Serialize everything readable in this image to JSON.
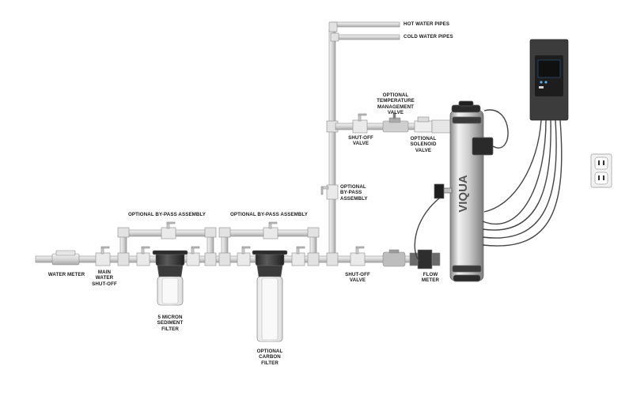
{
  "labels": {
    "hot_water_pipes": "HOT WATER PIPES",
    "cold_water_pipes": "COLD WATER PIPES",
    "temp_valve": [
      "OPTIONAL",
      "TEMPERATURE",
      "MANAGEMENT",
      "VALVE"
    ],
    "shutoff_upper": [
      "SHUT-OFF",
      "VALVE"
    ],
    "solenoid": [
      "OPTIONAL",
      "SOLENOID",
      "VALVE"
    ],
    "bypass_vertical": [
      "OPTIONAL",
      "BY-PASS",
      "ASSEMBLY"
    ],
    "bypass_left": "OPTIONAL BY-PASS ASSEMBLY",
    "bypass_right": "OPTIONAL BY-PASS ASSEMBLY",
    "water_meter": "WATER METER",
    "main_shutoff": [
      "MAIN",
      "WATER",
      "SHUT-OFF"
    ],
    "sediment_filter": [
      "5 MICRON",
      "SEDIMENT",
      "FILTER"
    ],
    "carbon_filter": [
      "OPTIONAL",
      "CARBON",
      "FILTER"
    ],
    "shutoff_lower": [
      "SHUT-OFF",
      "VALVE"
    ],
    "flow_meter": [
      "FLOW",
      "METER"
    ],
    "brand": "VIQUA"
  }
}
